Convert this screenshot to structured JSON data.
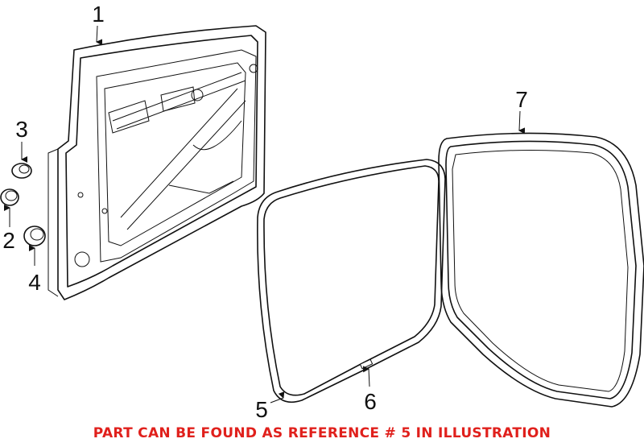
{
  "callouts": {
    "c1": "1",
    "c2": "2",
    "c3": "3",
    "c4": "4",
    "c5": "5",
    "c6": "6",
    "c7": "7"
  },
  "note": "PART CAN BE FOUND AS REFERENCE # 5 IN ILLUSTRATION",
  "colors": {
    "note": "#e0201c",
    "lines": "#111111"
  }
}
